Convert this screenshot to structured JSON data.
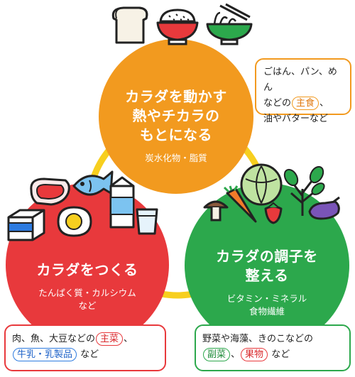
{
  "energy": {
    "title": "カラダを動かす\n熱やチカラの\nもとになる",
    "nutrients": "炭水化物・脂質",
    "foods_line1": "ごはん、パン、めん",
    "foods_line2_pre": "などの",
    "foods_tag": "主食",
    "foods_line2_post": "、",
    "foods_line3": "油やバターなど",
    "color": "#f29a1f"
  },
  "body_building": {
    "title": "カラダをつくる",
    "nutrients": "たんぱく質・カルシウム\nなど",
    "foods_line1_pre": "肉、魚、大豆などの",
    "foods_tag1": "主菜",
    "foods_line1_post": "、",
    "foods_tag2": "牛乳・乳製品",
    "foods_line2_post": "など",
    "color": "#e8393c"
  },
  "condition": {
    "title": "カラダの調子を\n整える",
    "nutrients": "ビタミン・ミネラル\n食物繊維",
    "foods_line1": "野菜や海藻、きのこなどの",
    "foods_tag1": "副菜",
    "foods_sep": "、",
    "foods_tag2": "果物",
    "foods_line2_post": "など",
    "color": "#2ca84c"
  },
  "ring_color": "#f7cf1f"
}
